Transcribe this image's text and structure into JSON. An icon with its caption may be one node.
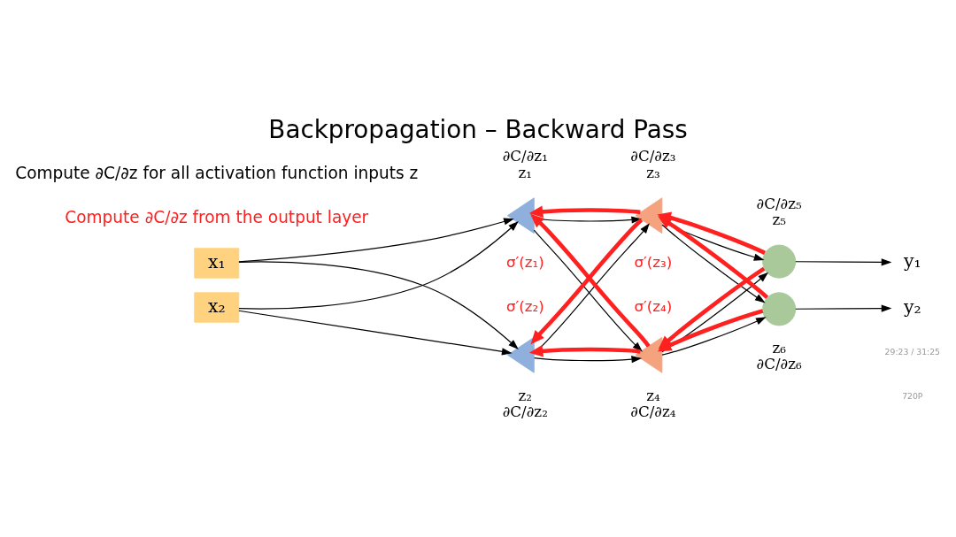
{
  "diagram": {
    "title": "Backpropagation – Backward Pass",
    "nodes": [
      {
        "text": [
          "x₁"
        ]
      },
      {
        "text": [
          "x₂"
        ]
      },
      {
        "text": [],
        "shape": "triangle",
        "beside": [
          "∂C/∂z₁",
          "z₁"
        ]
      },
      {
        "text": [],
        "shape": "triangle",
        "beside": [
          "z₂",
          "∂C/∂z₂"
        ]
      },
      {
        "text": [],
        "shape": "triangle",
        "beside": [
          "∂C/∂z₃",
          "z₃"
        ]
      },
      {
        "text": [],
        "shape": "triangle",
        "beside": [
          "z₄",
          "∂C/∂z₄"
        ]
      },
      {
        "text": [],
        "shape": "circle",
        "beside": [
          "∂C/∂z₅",
          "z₅"
        ]
      },
      {
        "text": [],
        "shape": "circle",
        "beside": [
          "z₆",
          "∂C/∂z₆"
        ]
      },
      {
        "text": [
          "y₁"
        ]
      },
      {
        "text": [
          "y₂"
        ]
      }
    ],
    "edges": [
      {
        "from": 0,
        "to": 2,
        "arrow": "to"
      },
      {
        "from": 0,
        "to": 3,
        "arrow": "to"
      },
      {
        "from": 1,
        "to": 2,
        "arrow": "to"
      },
      {
        "from": 1,
        "to": 3,
        "arrow": "to"
      },
      {
        "from": 2,
        "to": 4,
        "arrow": "to"
      },
      {
        "from": 2,
        "to": 5,
        "arrow": "to"
      },
      {
        "from": 3,
        "to": 4,
        "arrow": "to"
      },
      {
        "from": 3,
        "to": 5,
        "arrow": "to"
      },
      {
        "from": 4,
        "to": 6,
        "arrow": "to"
      },
      {
        "from": 4,
        "to": 7,
        "arrow": "to"
      },
      {
        "from": 5,
        "to": 6,
        "arrow": "to"
      },
      {
        "from": 5,
        "to": 7,
        "arrow": "to"
      },
      {
        "from": 4,
        "to": 2,
        "arrow": "to",
        "style": "thick",
        "color": "#ff2020"
      },
      {
        "from": 4,
        "to": 3,
        "arrow": "to",
        "style": "thick",
        "color": "#ff2020"
      },
      {
        "from": 5,
        "to": 2,
        "arrow": "to",
        "style": "thick",
        "color": "#ff2020"
      },
      {
        "from": 5,
        "to": 3,
        "arrow": "to",
        "style": "thick",
        "color": "#ff2020"
      },
      {
        "from": 6,
        "to": 4,
        "arrow": "to",
        "style": "thick",
        "color": "#ff2020"
      },
      {
        "from": 6,
        "to": 5,
        "arrow": "to",
        "style": "thick",
        "color": "#ff2020"
      },
      {
        "from": 7,
        "to": 4,
        "arrow": "to",
        "style": "thick",
        "color": "#ff2020"
      },
      {
        "from": 7,
        "to": 5,
        "arrow": "to",
        "style": "thick",
        "color": "#ff2020"
      },
      {
        "from": 6,
        "to": 8,
        "arrow": "to"
      },
      {
        "from": 7,
        "to": 9,
        "arrow": "to"
      }
    ],
    "labels": [
      "Compute ∂C/∂z for all activation function inputs z",
      "Compute ∂C/∂z from the output layer",
      "σ′(z₁)",
      "σ′(z₂)",
      "σ′(z₃)",
      "σ′(z₄)",
      "29:23 / 31:25",
      "720P"
    ]
  }
}
